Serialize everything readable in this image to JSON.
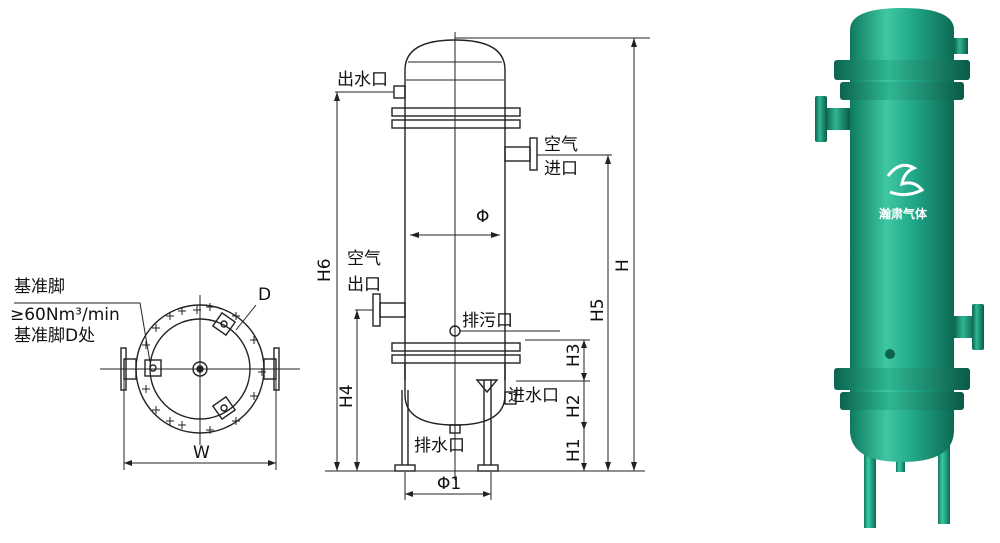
{
  "plan_view": {
    "callout_base_leg": "基准脚",
    "callout_flow_rate": "≥60Nm³/min",
    "callout_base_leg_d": "基准脚D处",
    "label_d": "D",
    "label_w": "W"
  },
  "elevation_view": {
    "water_outlet": "出水口",
    "air_inlet_line1": "空气",
    "air_inlet_line2": "进口",
    "diameter_symbol": "Φ",
    "air_outlet_line1": "空气",
    "air_outlet_line2": "出口",
    "drain_outlet": "排污口",
    "water_inlet": "进水口",
    "water_drain": "排水口",
    "phi1": "Φ1",
    "h": "H",
    "h1": "H1",
    "h2": "H2",
    "h3": "H3",
    "h4": "H4",
    "h5": "H5",
    "h6": "H6"
  },
  "product_photo": {
    "brand_logo_text": "瀚肃气体",
    "body_color": "#22a88a"
  }
}
